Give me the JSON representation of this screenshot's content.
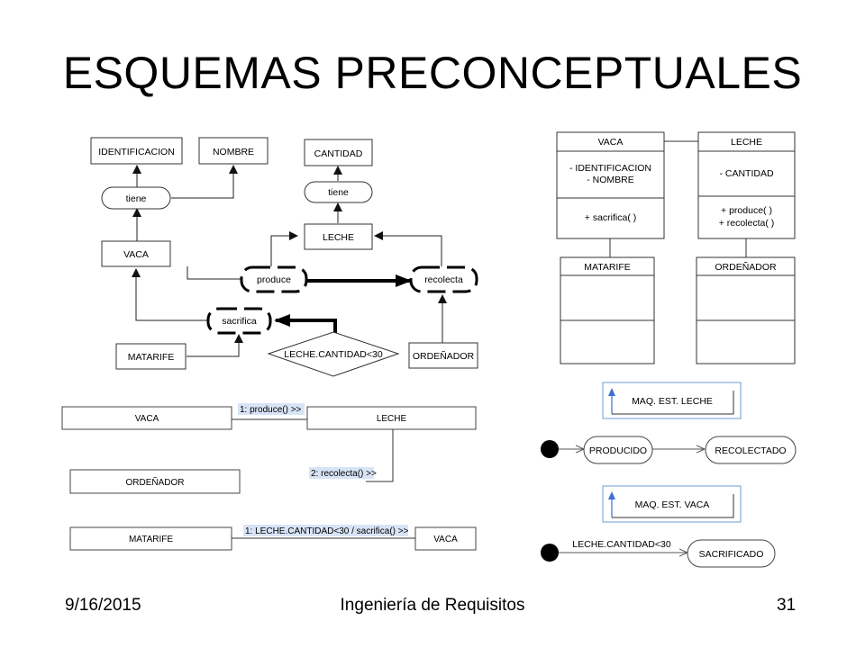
{
  "slide": {
    "title": "ESQUEMAS PRECONCEPTUALES",
    "footer_date": "9/16/2015",
    "footer_center": "Ingeniería de Requisitos",
    "footer_page": "31"
  },
  "preconceptual": {
    "identificacion": "IDENTIFICACION",
    "nombre": "NOMBRE",
    "tiene_1": "tiene",
    "vaca": "VACA",
    "cantidad": "CANTIDAD",
    "tiene_2": "tiene",
    "leche": "LECHE",
    "produce": "produce",
    "recolecta": "recolecta",
    "sacrifica": "sacrifica",
    "matarife": "MATARIFE",
    "condicion": "LECHE.CANTIDAD<30",
    "ordenador": "ORDEÑADOR"
  },
  "class_diagram": {
    "vaca_name": "VACA",
    "vaca_attr_1": "- IDENTIFICACION",
    "vaca_attr_2": "- NOMBRE",
    "vaca_op_1": "+ sacrifica(  )",
    "leche_name": "LECHE",
    "leche_attr_1": "- CANTIDAD",
    "leche_op_1": "+ produce(  )",
    "leche_op_2": "+ recolecta(  )",
    "matarife_name": "MATARIFE",
    "ordenador_name": "ORDEÑADOR"
  },
  "collaboration": {
    "vaca_1": "VACA",
    "leche": "LECHE",
    "msg_1": "1: produce() >>",
    "ordenador": "ORDEÑADOR",
    "msg_2": "2: recolecta() >>",
    "matarife": "MATARIFE",
    "vaca_2": "VACA",
    "msg_3": "1: LECHE.CANTIDAD<30 / sacrifica() >>"
  },
  "state_machines": {
    "leche_title": "MAQ. EST. LECHE",
    "producido": "PRODUCIDO",
    "recolectado": "RECOLECTADO",
    "vaca_title": "MAQ. EST. VACA",
    "transition": "LECHE.CANTIDAD<30",
    "sacrificado": "SACRIFICADO"
  },
  "colors": {
    "text": "#000000",
    "line": "#333333",
    "frame_blue": "#6f9ad6",
    "arrow_blue": "#3c6fd1",
    "msg_highlight": "#d8e4f6"
  }
}
